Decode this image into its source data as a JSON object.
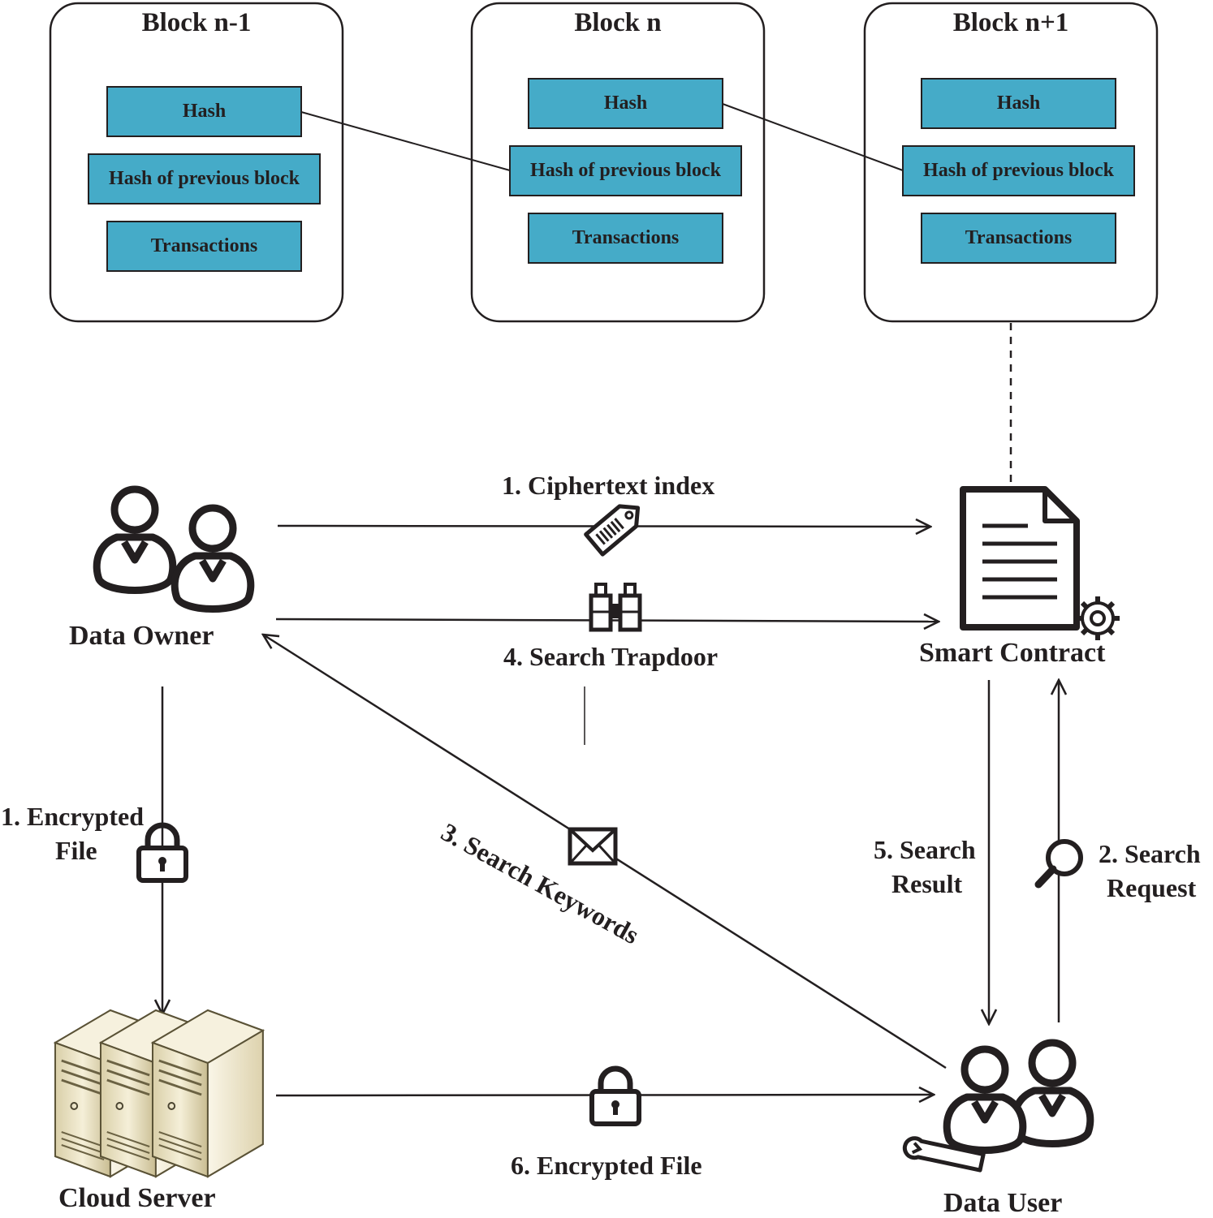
{
  "blocks": [
    {
      "title": "Block n-1",
      "hash": "Hash",
      "prev": "Hash of previous block",
      "tx": "Transactions"
    },
    {
      "title": "Block n",
      "hash": "Hash",
      "prev": "Hash of previous block",
      "tx": "Transactions"
    },
    {
      "title": "Block n+1",
      "hash": "Hash",
      "prev": "Hash of previous block",
      "tx": "Transactions"
    }
  ],
  "actors": {
    "data_owner": "Data Owner",
    "smart_contract": "Smart Contract",
    "cloud_server": "Cloud Server",
    "data_user": "Data User"
  },
  "flows": {
    "ciphertext_index": "1. Ciphertext index",
    "search_trapdoor": "4. Search Trapdoor",
    "encrypted_file_1a": "1. Encrypted",
    "encrypted_file_1b": "File",
    "search_keywords": "3. Search Keywords",
    "search_result_a": "5. Search",
    "search_result_b": "Result",
    "search_request_a": "2. Search",
    "search_request_b": "Request",
    "encrypted_file_6": "6. Encrypted File"
  },
  "colors": {
    "field_fill": "#45abc8",
    "stroke": "#231f20",
    "server_body": "#efe6c8",
    "server_shade": "#a89a6e"
  },
  "icons": [
    "tag-icon",
    "binoculars-icon",
    "envelope-icon",
    "lock-icon",
    "magnifier-icon",
    "gear-icon",
    "document-icon",
    "people-icon",
    "wrench-icon",
    "server-icon"
  ]
}
